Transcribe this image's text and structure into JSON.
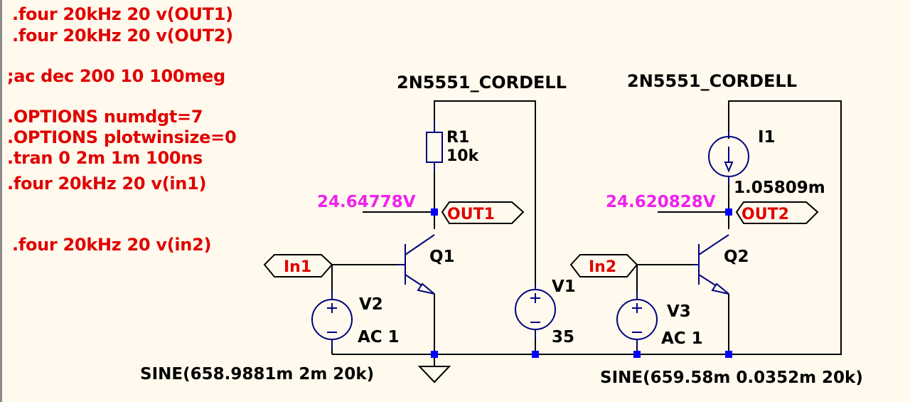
{
  "directives": [
    ".four 20kHz 20 v(OUT1)",
    ".four 20kHz 20 v(OUT2)",
    ";ac dec 200 10 100meg",
    ".OPTIONS numdgt=7",
    ".OPTIONS plotwinsize=0",
    ".tran 0 2m 1m 100ns",
    ".four 20kHz 20 v(in1)",
    ".four 20kHz 20 v(in2)"
  ],
  "colors": {
    "background": "#fffaed",
    "directive_text": "#e00000",
    "wire": "#000000",
    "component": "#000080",
    "junction": "#0000ff",
    "node_voltage": "#ee22ee",
    "netlabel_text": "#e00000"
  },
  "circuit1": {
    "model": "2N5551_CORDELL",
    "resistor": {
      "name": "R1",
      "value": "10k"
    },
    "node_voltage": "24.64778V",
    "output_label": "OUT1",
    "input_label": "In1",
    "transistor": "Q1",
    "source": {
      "name": "V2",
      "value": "AC 1",
      "params": "SINE(658.9881m 2m 20k)"
    },
    "supply": {
      "name": "V1",
      "value": "35"
    }
  },
  "circuit2": {
    "model": "2N5551_CORDELL",
    "current_source": {
      "name": "I1",
      "value": "1.05809m"
    },
    "node_voltage": "24.620828V",
    "output_label": "OUT2",
    "input_label": "In2",
    "transistor": "Q2",
    "source": {
      "name": "V3",
      "value": "AC 1",
      "params": "SINE(659.58m 0.0352m 20k)"
    }
  }
}
